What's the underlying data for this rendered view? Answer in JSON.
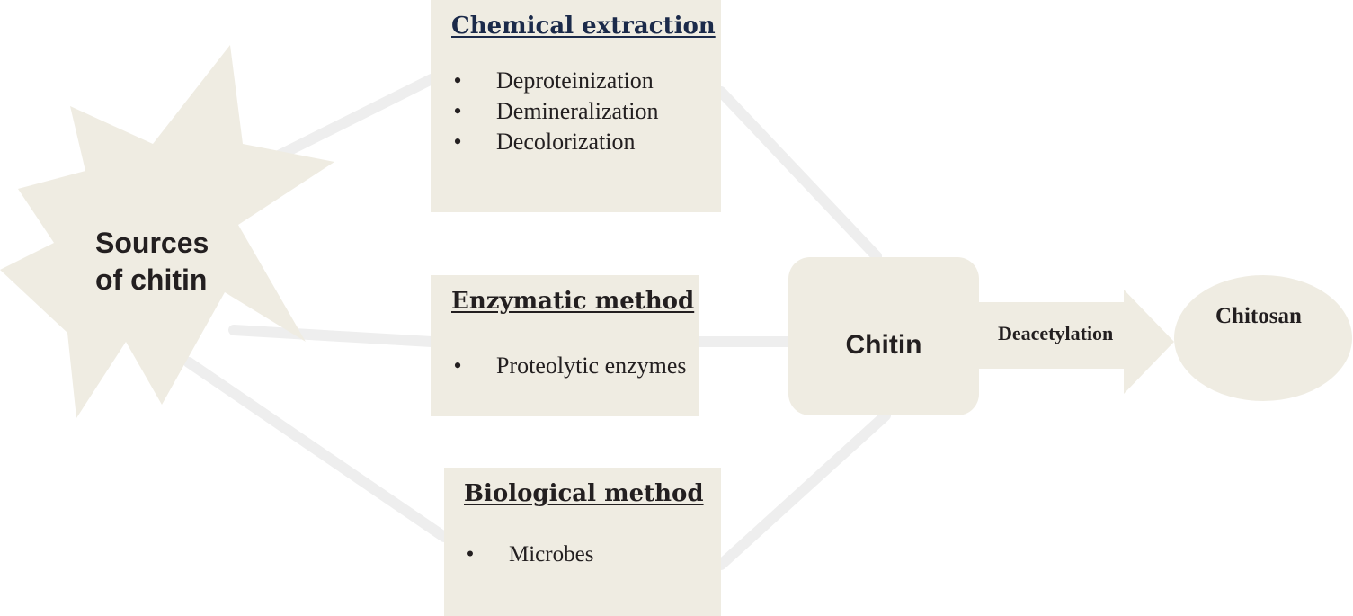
{
  "colors": {
    "shape_fill": "#efece2",
    "connector": "#eeeeee",
    "text": "#231f20",
    "chemical_title": "#1b2a4a"
  },
  "source": {
    "label_line1": "Sources",
    "label_line2": "of chitin"
  },
  "methods": {
    "chemical": {
      "title": "Chemical extraction",
      "items": [
        "Deproteinization",
        "Demineralization",
        "Decolorization"
      ]
    },
    "enzymatic": {
      "title": "Enzymatic method",
      "items": [
        "Proteolytic enzymes"
      ]
    },
    "biological": {
      "title": "Biological method",
      "items": [
        "Microbes"
      ]
    }
  },
  "product": {
    "chitin_label": "Chitin",
    "process_label": "Deacetylation",
    "final_label": "Chitosan"
  },
  "bullet_char": "•"
}
